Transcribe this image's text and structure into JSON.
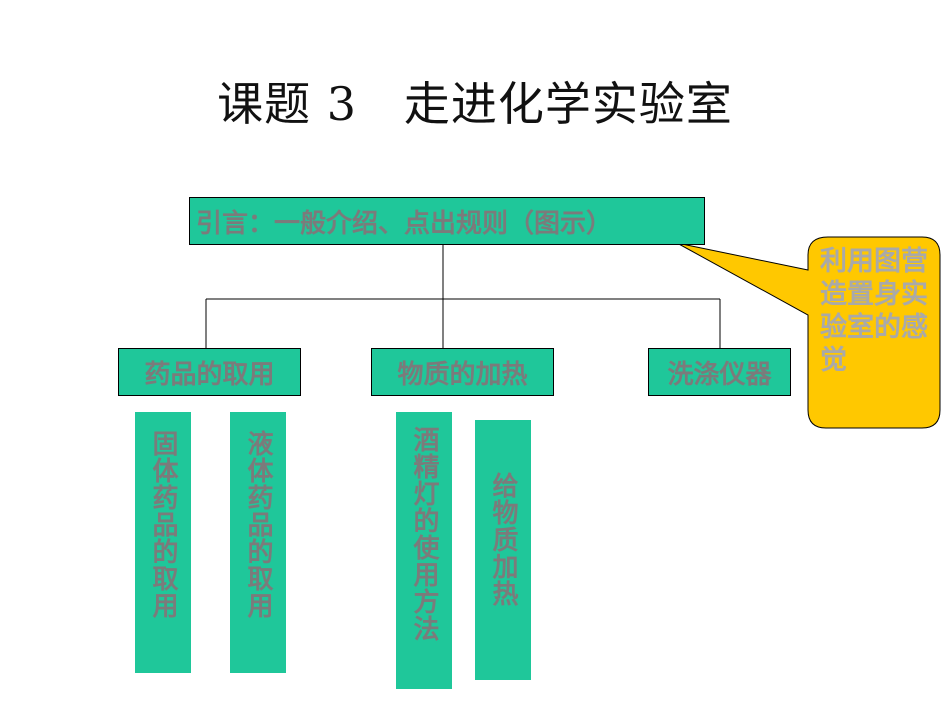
{
  "title": "课题 3   走进化学实验室",
  "diagram": {
    "root": "引言：一般介绍、点出规则（图示）",
    "branches": [
      {
        "label": "药品的取用",
        "children": [
          "固体药品的取用",
          "液体药品的取用"
        ]
      },
      {
        "label": "物质的加热",
        "children": [
          "酒精灯的使用方法",
          "给物质加热"
        ]
      },
      {
        "label": "洗涤仪器",
        "children": []
      }
    ],
    "callout": "利用图营造置身实验室的感觉"
  },
  "colors": {
    "box_fill": "#1fc79a",
    "box_text": "#7b7b7b",
    "callout_fill": "#ffc800",
    "callout_text": "#a9a9a9"
  }
}
